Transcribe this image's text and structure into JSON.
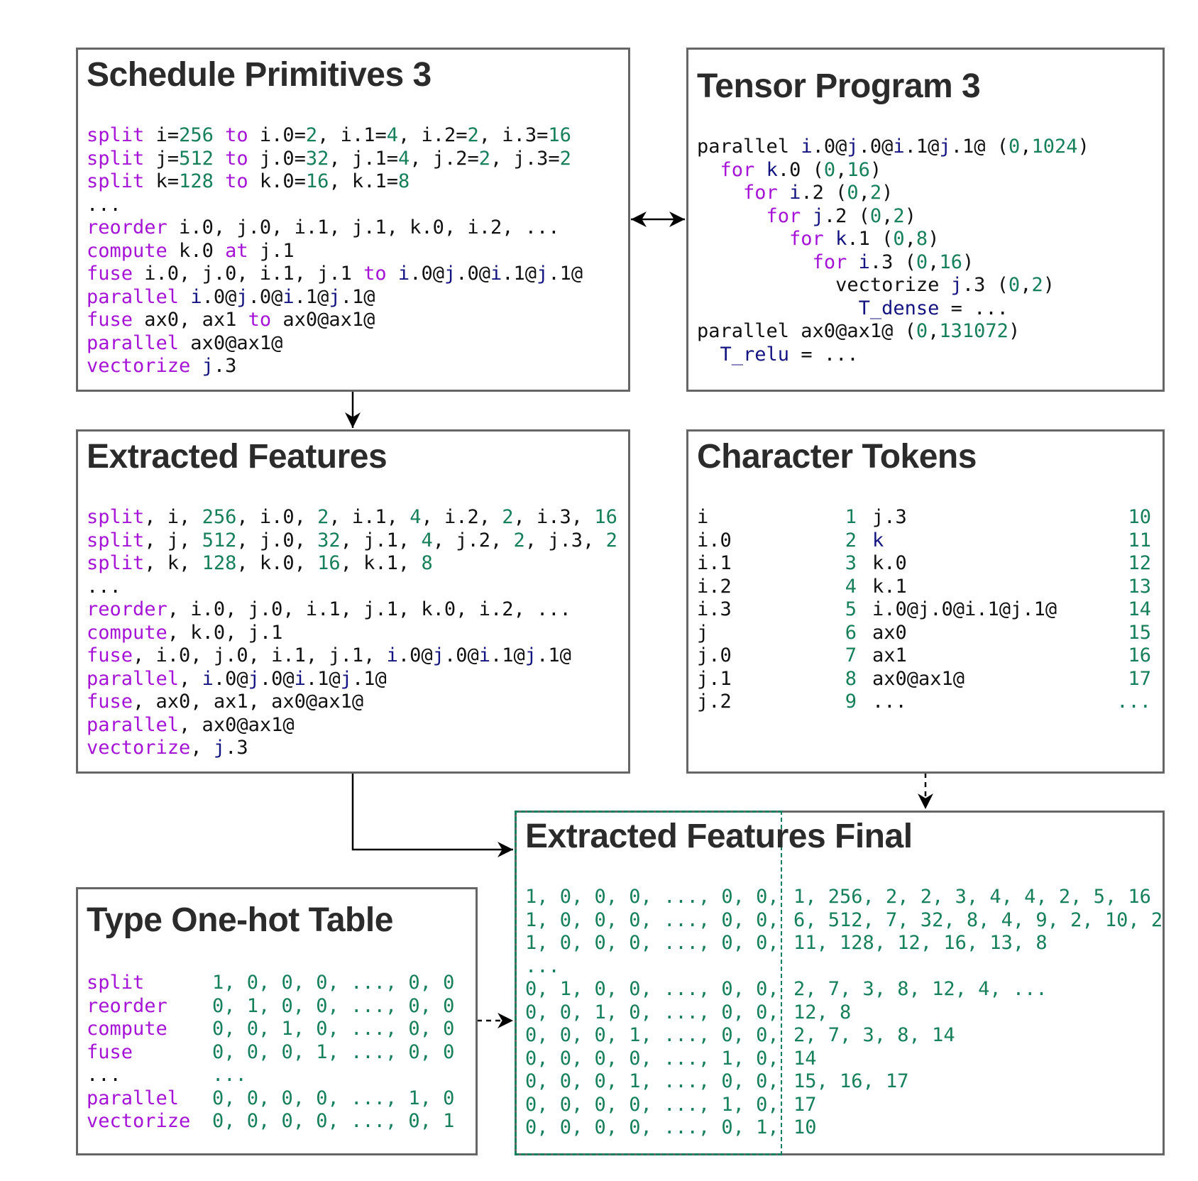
{
  "colors": {
    "keyword": "#a514d6",
    "number": "#16805a",
    "variable": "#141480",
    "border": "#666666"
  },
  "schedule": {
    "title": "Schedule Primitives 3",
    "lines": [
      [
        [
          "k",
          "split"
        ],
        [
          "p",
          " i="
        ],
        [
          "n",
          "256"
        ],
        [
          "k",
          " to"
        ],
        [
          "p",
          " i.0="
        ],
        [
          "n",
          "2"
        ],
        [
          "p",
          ", i.1="
        ],
        [
          "n",
          "4"
        ],
        [
          "p",
          ", i.2="
        ],
        [
          "n",
          "2"
        ],
        [
          "p",
          ", i.3="
        ],
        [
          "n",
          "16"
        ]
      ],
      [
        [
          "k",
          "split"
        ],
        [
          "p",
          " j="
        ],
        [
          "n",
          "512"
        ],
        [
          "k",
          " to"
        ],
        [
          "p",
          " j.0="
        ],
        [
          "n",
          "32"
        ],
        [
          "p",
          ", j.1="
        ],
        [
          "n",
          "4"
        ],
        [
          "p",
          ", j.2="
        ],
        [
          "n",
          "2"
        ],
        [
          "p",
          ", j.3="
        ],
        [
          "n",
          "2"
        ]
      ],
      [
        [
          "k",
          "split"
        ],
        [
          "p",
          " k="
        ],
        [
          "n",
          "128"
        ],
        [
          "k",
          " to"
        ],
        [
          "p",
          " k.0="
        ],
        [
          "n",
          "16"
        ],
        [
          "p",
          ", k.1="
        ],
        [
          "n",
          "8"
        ]
      ],
      [
        [
          "p",
          "..."
        ]
      ],
      [
        [
          "k",
          "reorder"
        ],
        [
          "p",
          " i.0, j.0, i.1, j.1, k.0, i.2, ..."
        ]
      ],
      [
        [
          "k",
          "compute"
        ],
        [
          "p",
          " k.0 "
        ],
        [
          "k",
          "at"
        ],
        [
          "p",
          " j.1"
        ]
      ],
      [
        [
          "k",
          "fuse"
        ],
        [
          "p",
          " i.0, j.0, i.1, j.1 "
        ],
        [
          "k",
          "to"
        ],
        [
          "p",
          " "
        ],
        [
          "v",
          "i"
        ],
        [
          "p",
          ".0@"
        ],
        [
          "v",
          "j"
        ],
        [
          "p",
          ".0@"
        ],
        [
          "v",
          "i"
        ],
        [
          "p",
          ".1@"
        ],
        [
          "v",
          "j"
        ],
        [
          "p",
          ".1@"
        ]
      ],
      [
        [
          "k",
          "parallel"
        ],
        [
          "p",
          " "
        ],
        [
          "v",
          "i"
        ],
        [
          "p",
          ".0@"
        ],
        [
          "v",
          "j"
        ],
        [
          "p",
          ".0@"
        ],
        [
          "v",
          "i"
        ],
        [
          "p",
          ".1@"
        ],
        [
          "v",
          "j"
        ],
        [
          "p",
          ".1@"
        ]
      ],
      [
        [
          "k",
          "fuse"
        ],
        [
          "p",
          " ax0, ax1 "
        ],
        [
          "k",
          "to"
        ],
        [
          "p",
          " ax0@ax1@"
        ]
      ],
      [
        [
          "k",
          "parallel"
        ],
        [
          "p",
          " ax0@ax1@"
        ]
      ],
      [
        [
          "k",
          "vectorize"
        ],
        [
          "p",
          " "
        ],
        [
          "v",
          "j"
        ],
        [
          "p",
          ".3"
        ]
      ]
    ]
  },
  "tensor": {
    "title": "Tensor Program 3",
    "lines": [
      [
        [
          "p",
          "parallel "
        ],
        [
          "v",
          "i"
        ],
        [
          "p",
          ".0@"
        ],
        [
          "v",
          "j"
        ],
        [
          "p",
          ".0@"
        ],
        [
          "v",
          "i"
        ],
        [
          "p",
          ".1@"
        ],
        [
          "v",
          "j"
        ],
        [
          "p",
          ".1@ ("
        ],
        [
          "n",
          "0"
        ],
        [
          "p",
          ","
        ],
        [
          "n",
          "1024"
        ],
        [
          "p",
          ")"
        ]
      ],
      [
        [
          "p",
          "  "
        ],
        [
          "k",
          "for"
        ],
        [
          "p",
          " "
        ],
        [
          "v",
          "k"
        ],
        [
          "p",
          ".0 ("
        ],
        [
          "n",
          "0"
        ],
        [
          "p",
          ","
        ],
        [
          "n",
          "16"
        ],
        [
          "p",
          ")"
        ]
      ],
      [
        [
          "p",
          "    "
        ],
        [
          "k",
          "for"
        ],
        [
          "p",
          " "
        ],
        [
          "v",
          "i"
        ],
        [
          "p",
          ".2 ("
        ],
        [
          "n",
          "0"
        ],
        [
          "p",
          ","
        ],
        [
          "n",
          "2"
        ],
        [
          "p",
          ")"
        ]
      ],
      [
        [
          "p",
          "      "
        ],
        [
          "k",
          "for"
        ],
        [
          "p",
          " "
        ],
        [
          "v",
          "j"
        ],
        [
          "p",
          ".2 ("
        ],
        [
          "n",
          "0"
        ],
        [
          "p",
          ","
        ],
        [
          "n",
          "2"
        ],
        [
          "p",
          ")"
        ]
      ],
      [
        [
          "p",
          "        "
        ],
        [
          "k",
          "for"
        ],
        [
          "p",
          " "
        ],
        [
          "v",
          "k"
        ],
        [
          "p",
          ".1 ("
        ],
        [
          "n",
          "0"
        ],
        [
          "p",
          ","
        ],
        [
          "n",
          "8"
        ],
        [
          "p",
          ")"
        ]
      ],
      [
        [
          "p",
          "          "
        ],
        [
          "k",
          "for"
        ],
        [
          "p",
          " "
        ],
        [
          "v",
          "i"
        ],
        [
          "p",
          ".3 ("
        ],
        [
          "n",
          "0"
        ],
        [
          "p",
          ","
        ],
        [
          "n",
          "16"
        ],
        [
          "p",
          ")"
        ]
      ],
      [
        [
          "p",
          "            vectorize "
        ],
        [
          "v",
          "j"
        ],
        [
          "p",
          ".3 ("
        ],
        [
          "n",
          "0"
        ],
        [
          "p",
          ","
        ],
        [
          "n",
          "2"
        ],
        [
          "p",
          ")"
        ]
      ],
      [
        [
          "p",
          "              "
        ],
        [
          "v",
          "T_dense"
        ],
        [
          "p",
          " = ..."
        ]
      ],
      [
        [
          "p",
          "parallel ax0@ax1@ ("
        ],
        [
          "n",
          "0"
        ],
        [
          "p",
          ","
        ],
        [
          "n",
          "131072"
        ],
        [
          "p",
          ")"
        ]
      ],
      [
        [
          "p",
          "  "
        ],
        [
          "v",
          "T_relu"
        ],
        [
          "p",
          " = ..."
        ]
      ]
    ]
  },
  "features": {
    "title": "Extracted Features",
    "lines": [
      [
        [
          "k",
          "split"
        ],
        [
          "p",
          ", i, "
        ],
        [
          "n",
          "256"
        ],
        [
          "p",
          ", i.0, "
        ],
        [
          "n",
          "2"
        ],
        [
          "p",
          ", i.1, "
        ],
        [
          "n",
          "4"
        ],
        [
          "p",
          ", i.2, "
        ],
        [
          "n",
          "2"
        ],
        [
          "p",
          ", i.3, "
        ],
        [
          "n",
          "16"
        ]
      ],
      [
        [
          "k",
          "split"
        ],
        [
          "p",
          ", j, "
        ],
        [
          "n",
          "512"
        ],
        [
          "p",
          ", j.0, "
        ],
        [
          "n",
          "32"
        ],
        [
          "p",
          ", j.1, "
        ],
        [
          "n",
          "4"
        ],
        [
          "p",
          ", j.2, "
        ],
        [
          "n",
          "2"
        ],
        [
          "p",
          ", j.3, "
        ],
        [
          "n",
          "2"
        ]
      ],
      [
        [
          "k",
          "split"
        ],
        [
          "p",
          ", k, "
        ],
        [
          "n",
          "128"
        ],
        [
          "p",
          ", k.0, "
        ],
        [
          "n",
          "16"
        ],
        [
          "p",
          ", k.1, "
        ],
        [
          "n",
          "8"
        ]
      ],
      [
        [
          "p",
          "..."
        ]
      ],
      [
        [
          "k",
          "reorder"
        ],
        [
          "p",
          ", i.0, j.0, i.1, j.1, k.0, i.2, ..."
        ]
      ],
      [
        [
          "k",
          "compute"
        ],
        [
          "p",
          ", k.0, j.1"
        ]
      ],
      [
        [
          "k",
          "fuse"
        ],
        [
          "p",
          ", i.0, j.0, i.1, j.1, "
        ],
        [
          "v",
          "i"
        ],
        [
          "p",
          ".0@"
        ],
        [
          "v",
          "j"
        ],
        [
          "p",
          ".0@"
        ],
        [
          "v",
          "i"
        ],
        [
          "p",
          ".1@"
        ],
        [
          "v",
          "j"
        ],
        [
          "p",
          ".1@"
        ]
      ],
      [
        [
          "k",
          "parallel"
        ],
        [
          "p",
          ", "
        ],
        [
          "v",
          "i"
        ],
        [
          "p",
          ".0@"
        ],
        [
          "v",
          "j"
        ],
        [
          "p",
          ".0@"
        ],
        [
          "v",
          "i"
        ],
        [
          "p",
          ".1@"
        ],
        [
          "v",
          "j"
        ],
        [
          "p",
          ".1@"
        ]
      ],
      [
        [
          "k",
          "fuse"
        ],
        [
          "p",
          ", ax0, ax1, ax0@ax1@"
        ]
      ],
      [
        [
          "k",
          "parallel"
        ],
        [
          "p",
          ", ax0@ax1@"
        ]
      ],
      [
        [
          "k",
          "vectorize"
        ],
        [
          "p",
          ", "
        ],
        [
          "v",
          "j"
        ],
        [
          "p",
          ".3"
        ]
      ]
    ]
  },
  "tokens": {
    "title": "Character Tokens",
    "rows": [
      {
        "a": "i",
        "an": "1",
        "b": "j.3",
        "bn": "10",
        "bc": "p"
      },
      {
        "a": "i.0",
        "an": "2",
        "b": "k",
        "bn": "11",
        "bc": "v"
      },
      {
        "a": "i.1",
        "an": "3",
        "b": "k.0",
        "bn": "12",
        "bc": "p"
      },
      {
        "a": "i.2",
        "an": "4",
        "b": "k.1",
        "bn": "13",
        "bc": "p"
      },
      {
        "a": "i.3",
        "an": "5",
        "b": "i.0@j.0@i.1@j.1@",
        "bn": "14",
        "bc": "p"
      },
      {
        "a": "j",
        "an": "6",
        "b": "ax0",
        "bn": "15",
        "bc": "p"
      },
      {
        "a": "j.0",
        "an": "7",
        "b": "ax1",
        "bn": "16",
        "bc": "p"
      },
      {
        "a": "j.1",
        "an": "8",
        "b": "ax0@ax1@",
        "bn": "17",
        "bc": "p"
      },
      {
        "a": "j.2",
        "an": "9",
        "b": "...",
        "bn": "...",
        "bc": "p"
      }
    ]
  },
  "final": {
    "title": "Extracted Features Final",
    "rows": [
      {
        "l": "1, 0, 0, 0, ..., 0, 0,",
        "r": "1, 256, 2, 2, 3, 4, 4, 2, 5, 16"
      },
      {
        "l": "1, 0, 0, 0, ..., 0, 0,",
        "r": "6, 512, 7, 32, 8, 4, 9, 2, 10, 2"
      },
      {
        "l": "1, 0, 0, 0, ..., 0, 0,",
        "r": "11, 128, 12, 16, 13, 8"
      },
      {
        "l": "...",
        "r": ""
      },
      {
        "l": "0, 1, 0, 0, ..., 0, 0,",
        "r": "2, 7, 3, 8, 12, 4, ..."
      },
      {
        "l": "0, 0, 1, 0, ..., 0, 0,",
        "r": "12, 8"
      },
      {
        "l": "0, 0, 0, 1, ..., 0, 0,",
        "r": "2, 7, 3, 8, 14"
      },
      {
        "l": "0, 0, 0, 0, ..., 1, 0,",
        "r": "14"
      },
      {
        "l": "0, 0, 0, 1, ..., 0, 0,",
        "r": "15, 16, 17"
      },
      {
        "l": "0, 0, 0, 0, ..., 1, 0,",
        "r": "17"
      },
      {
        "l": "0, 0, 0, 0, ..., 0, 1,",
        "r": "10"
      }
    ]
  },
  "onehot": {
    "title": "Type One-hot Table",
    "rows": [
      {
        "name": "split",
        "vec": "1, 0, 0, 0, ..., 0, 0"
      },
      {
        "name": "reorder",
        "vec": "0, 1, 0, 0, ..., 0, 0"
      },
      {
        "name": "compute",
        "vec": "0, 0, 1, 0, ..., 0, 0"
      },
      {
        "name": "fuse",
        "vec": "0, 0, 0, 1, ..., 0, 0"
      },
      {
        "name": "...",
        "vec": "..."
      },
      {
        "name": "parallel",
        "vec": "0, 0, 0, 0, ..., 1, 0"
      },
      {
        "name": "vectorize",
        "vec": "0, 0, 0, 0, ..., 0, 1"
      }
    ]
  }
}
